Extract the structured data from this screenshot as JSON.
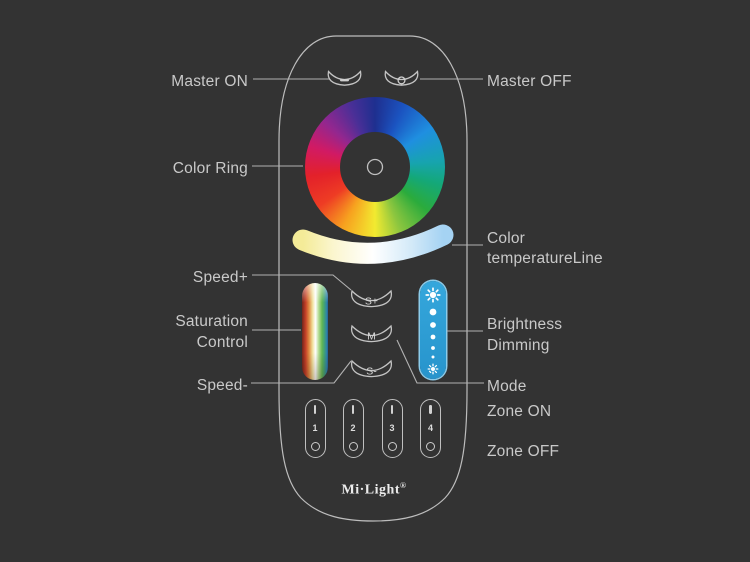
{
  "colors": {
    "background": "#333333",
    "label_text": "#c9c9c9",
    "outline": "#bdbdbd",
    "brightness_blue": "#2b9bd2"
  },
  "labels": {
    "master_on": "Master ON",
    "master_off": "Master OFF",
    "color_ring": "Color Ring",
    "color_temp_line1": "Color",
    "color_temp_line2": "temperatureLine",
    "speed_plus": "Speed+",
    "saturation_line1": "Saturation",
    "saturation_line2": "Control",
    "speed_minus": "Speed-",
    "brightness_line1": "Brightness",
    "brightness_line2": "Dimming",
    "mode": "Mode",
    "zone_on": "Zone ON",
    "zone_off": "Zone OFF"
  },
  "remote": {
    "brand": "Mi·Light",
    "brand_reg": "®",
    "buttons": {
      "speed_up": "S+",
      "mode": "M",
      "speed_down": "S-"
    },
    "zones": [
      {
        "on": "I",
        "number": "1",
        "off": "O"
      },
      {
        "on": "I",
        "number": "2",
        "off": "O"
      },
      {
        "on": "I",
        "number": "3",
        "off": "O"
      },
      {
        "on": "I",
        "number": "4",
        "off": "O"
      }
    ],
    "icons": {
      "master_on": "minus-icon",
      "master_off": "circle-icon",
      "brightness_top": "sun-icon",
      "brightness_bottom": "sun-icon"
    }
  }
}
